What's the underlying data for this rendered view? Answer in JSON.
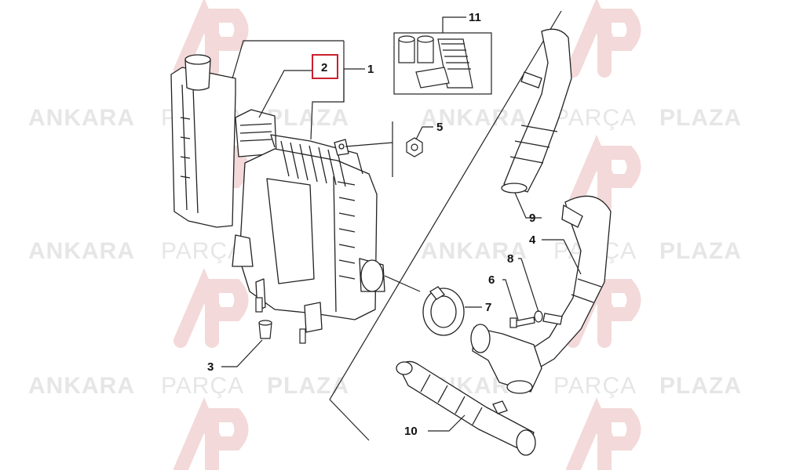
{
  "watermark": {
    "word1": "ANKARA",
    "word2": "PARÇA",
    "word3": "PLAZA",
    "color": "#e6e6e6",
    "logo_color": "#f3d9d9"
  },
  "callouts": {
    "c1": "1",
    "c2": "2",
    "c3": "3",
    "c4": "4",
    "c5": "5",
    "c6": "6",
    "c7": "7",
    "c8": "8",
    "c9": "9",
    "c10": "10",
    "c11": "11"
  },
  "highlight_color": "#cc1f2d"
}
